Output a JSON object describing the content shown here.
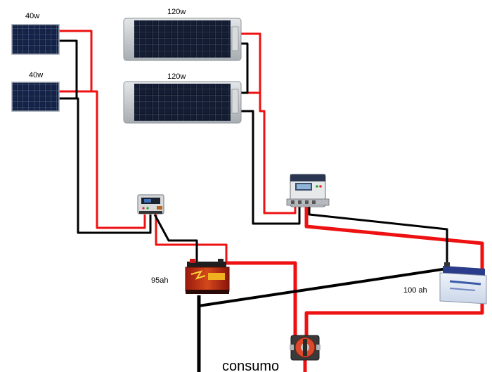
{
  "labels": {
    "panel_small_top": "40w",
    "panel_small_bottom": "40w",
    "panel_large_top": "120w",
    "panel_large_bottom": "120w",
    "battery_starter": "95ah",
    "battery_leisure": "100 ah",
    "load": "consumo"
  },
  "colors": {
    "positive_wire": "#ee1111",
    "negative_wire": "#000000",
    "panel_cell": "#0d1830",
    "panel_frame": "#c4c8cc"
  },
  "icons": {
    "small_panels": "solar-panel-icon",
    "large_panels": "solar-panel-icon",
    "pwm_controller": "charge-controller-icon",
    "mppt_controller": "mppt-controller-icon",
    "starter_battery": "car-battery-icon",
    "leisure_battery": "agm-battery-icon",
    "switch": "battery-switch-icon"
  }
}
